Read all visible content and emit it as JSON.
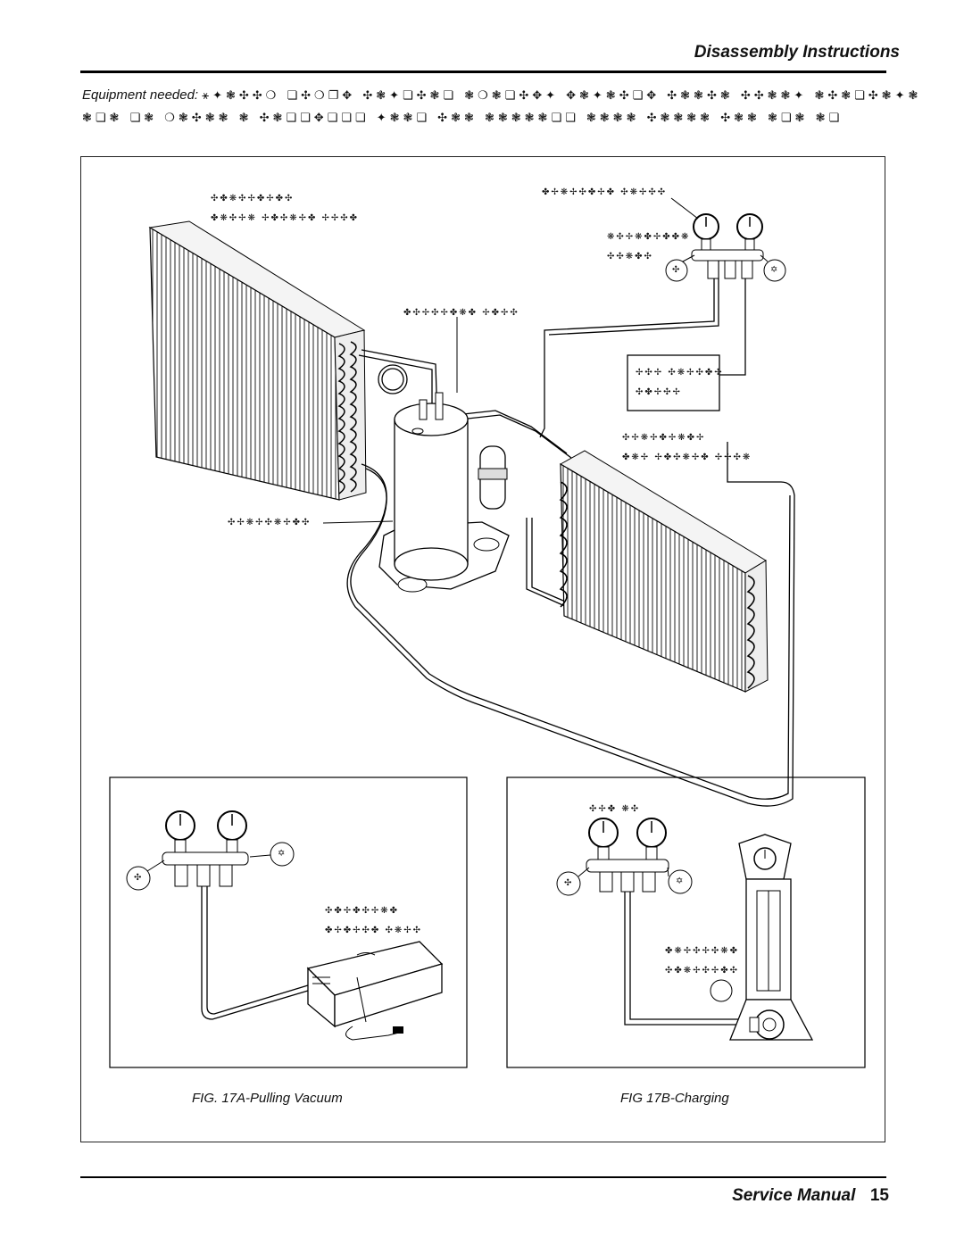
{
  "header": {
    "title": "Disassembly Instructions"
  },
  "intro": {
    "label": "Equipment needed:",
    "line1_glyphs": "⚹✦❃✣✣❍ ❏✣❍❐✥ ✣❃✦❏✣❃❏ ❃❍❃❏✣✥✦ ✥❃✦❃✣❏✥ ✣❃❃✣❃ ✣✣❃❃✦ ❃✣❃❏✣❃✦❃",
    "line2_glyphs": "❃❏❃ ❏❃ ❍❃✣❃❃ ❃ ✣❃❏❏✥❏❏❏ ✦❃❃❏ ✣❃❃ ❃❃❃❃❃❏❏ ❃❃❃❃ ✣❃❃❃❃ ✣❃❃ ❃❏❃ ❃❏"
  },
  "main_diagram": {
    "labels": {
      "indoor_coil_1": "✣✤❋✣✢✤✢✤✣",
      "indoor_coil_2": "✤❋✣✢❋ ✢✤✣❋✢✤ ✢✢✣✤",
      "pressure_gauge": "✤✢❋✢✣✤✢✤ ✣❋✢✣✣",
      "manifold_1": "❋✣✢❋✤✢✤✤❋",
      "manifold_2": "✣✣❋✤✣",
      "capillary_tube": "✤✣✢✣✢✤❋✤ ✢✤✢✣",
      "box_1": "✢✣✢ ✣❋✢✣✤✢",
      "box_2": "✣✤✢✣✢",
      "outdoor_coil_1": "✣✢❋✢✤✢❋✤✢",
      "outdoor_coil_2": "✤❋✢ ✢✤✣❋✢✤ ✢✢✣❋",
      "compressor": "✣✢❋✢✣❋✢✤✣",
      "hi": "✣",
      "lo": "✡"
    }
  },
  "fig_a": {
    "caption": "FIG. 17A-Pulling Vacuum",
    "labels": {
      "pump_1": "✣✤✢✤✣✢❋✤",
      "pump_2": "✤✢✤✢✣✤ ✣❋✢✣",
      "hi": "✣",
      "lo": "✡"
    }
  },
  "fig_b": {
    "caption": "FIG 17B-Charging",
    "labels": {
      "gauges_top": "✣✢✤ ❋✣",
      "cyl_1": "✤❋✢✣✢✣❋✤",
      "cyl_2": "✣✤❋✢✣✢✤✣",
      "hi": "✣",
      "lo": "✡"
    }
  },
  "footer": {
    "title": "Service Manual",
    "page": "15"
  }
}
